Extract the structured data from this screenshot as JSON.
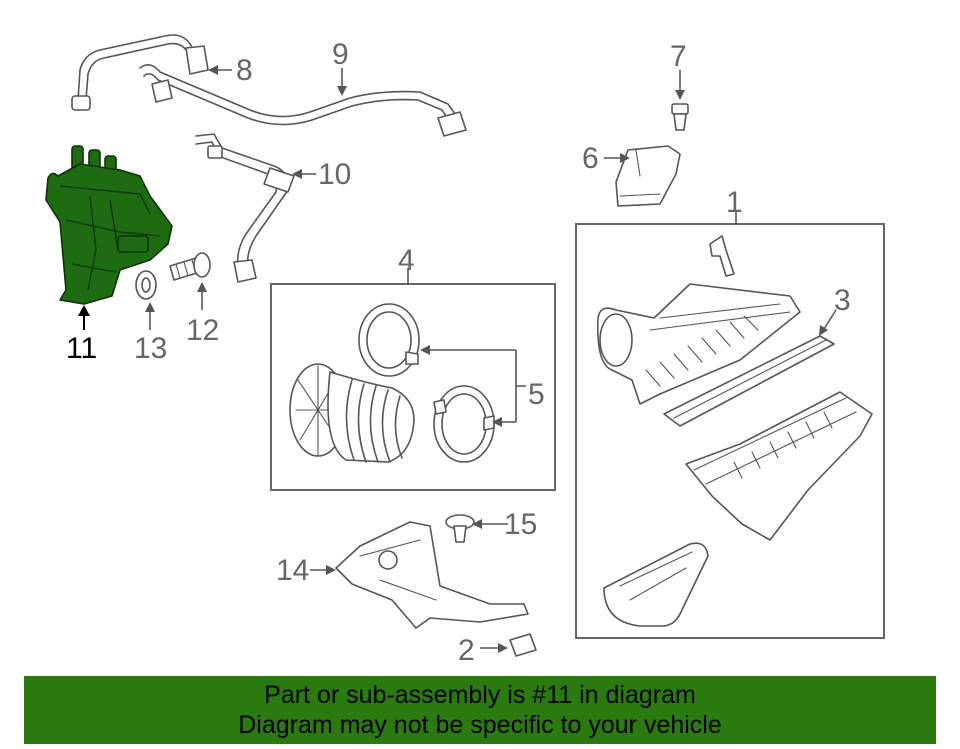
{
  "callouts": {
    "c1": "1",
    "c2": "2",
    "c3": "3",
    "c4": "4",
    "c5": "5",
    "c6": "6",
    "c7": "7",
    "c8": "8",
    "c9": "9",
    "c10": "10",
    "c11": "11",
    "c12": "12",
    "c13": "13",
    "c14": "14",
    "c15": "15"
  },
  "highlighted_part": "11",
  "colors": {
    "highlight": "#1f6b12",
    "banner": "#2a7a10",
    "line": "#555555"
  },
  "banner": {
    "line1": "Part or sub-assembly is #11 in diagram",
    "line2": "Diagram may not be specific to your vehicle"
  }
}
